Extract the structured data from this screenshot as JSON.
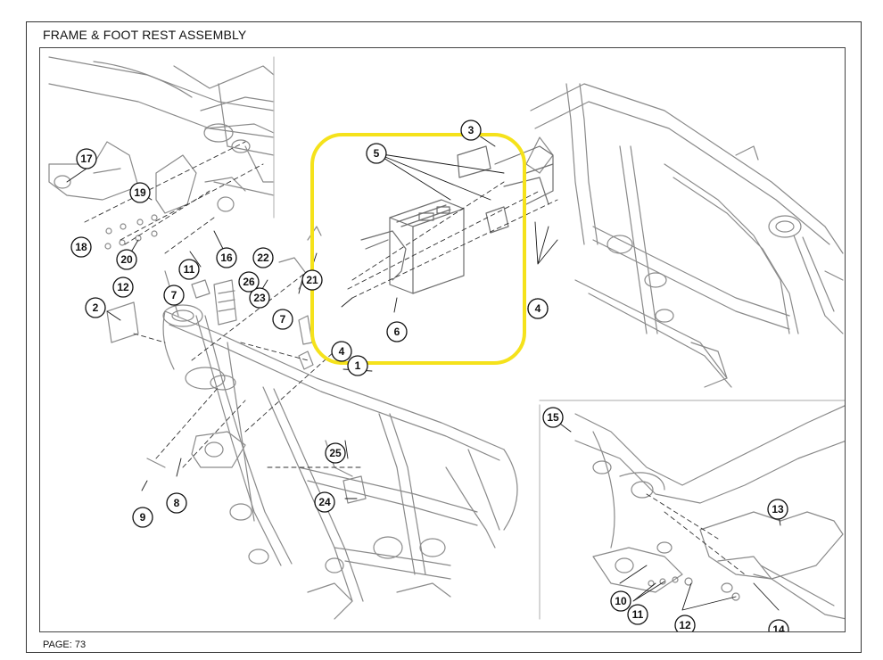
{
  "header": {
    "title": "FRAME & FOOT REST ASSEMBLY"
  },
  "footer": {
    "page": "PAGE: 73"
  },
  "colors": {
    "highlight": "#f5e21b",
    "line": "#8a8a8a",
    "ink": "#1a1a1a"
  },
  "callouts": [
    "1",
    "2",
    "3",
    "4",
    "4",
    "4",
    "5",
    "6",
    "7",
    "7",
    "8",
    "9",
    "10",
    "11",
    "11",
    "12",
    "12",
    "13",
    "14",
    "15",
    "16",
    "17",
    "18",
    "19",
    "20",
    "21",
    "22",
    "23",
    "24",
    "25",
    "26"
  ]
}
